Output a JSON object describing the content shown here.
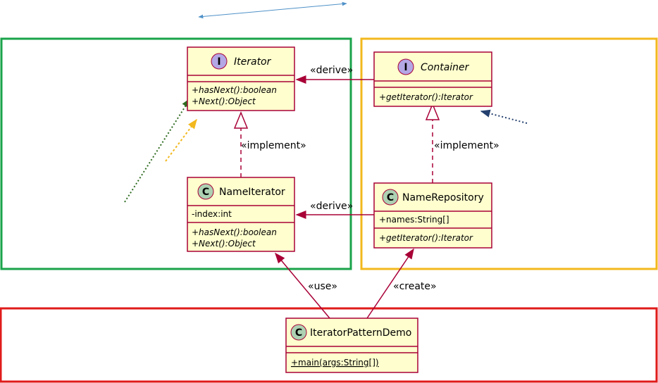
{
  "packages": {
    "iterator_pkg": {
      "color": "#1aa34a"
    },
    "container_pkg": {
      "color": "#f2b81d"
    },
    "demo_pkg": {
      "color": "#e01b1b"
    }
  },
  "classes": {
    "iterator": {
      "stereotype": "I",
      "name": "Iterator",
      "members": [],
      "methods": [
        "+hasNext():boolean",
        "+Next():Object"
      ]
    },
    "container": {
      "stereotype": "I",
      "name": "Container",
      "members": [],
      "methods": [
        "+getIterator():Iterator"
      ]
    },
    "name_iterator": {
      "stereotype": "C",
      "name": "NameIterator",
      "members": [
        "-index:int"
      ],
      "methods": [
        "+hasNext():boolean",
        "+Next():Object"
      ]
    },
    "name_repository": {
      "stereotype": "C",
      "name": "NameRepository",
      "members": [
        "+names:String[]"
      ],
      "methods": [
        "+getIterator():Iterator"
      ]
    },
    "demo": {
      "stereotype": "C",
      "name": "IteratorPatternDemo",
      "members": [],
      "methods": [
        "+main(args:String[])"
      ]
    }
  },
  "relations": {
    "derive_top": "«derive»",
    "derive_bottom": "«derive»",
    "implement_left": "«implement»",
    "implement_right": "«implement»",
    "use": "«use»",
    "create": "«create»"
  },
  "colors": {
    "class_fill": "#fefece",
    "class_border": "#a80036",
    "interface_circle": "#b4a7e5",
    "class_circle": "#add1b2",
    "arrow_blue": "#4f91c8",
    "arrow_green": "#2e6b1f",
    "arrow_orange": "#f2b81d",
    "arrow_navy": "#24406e"
  }
}
